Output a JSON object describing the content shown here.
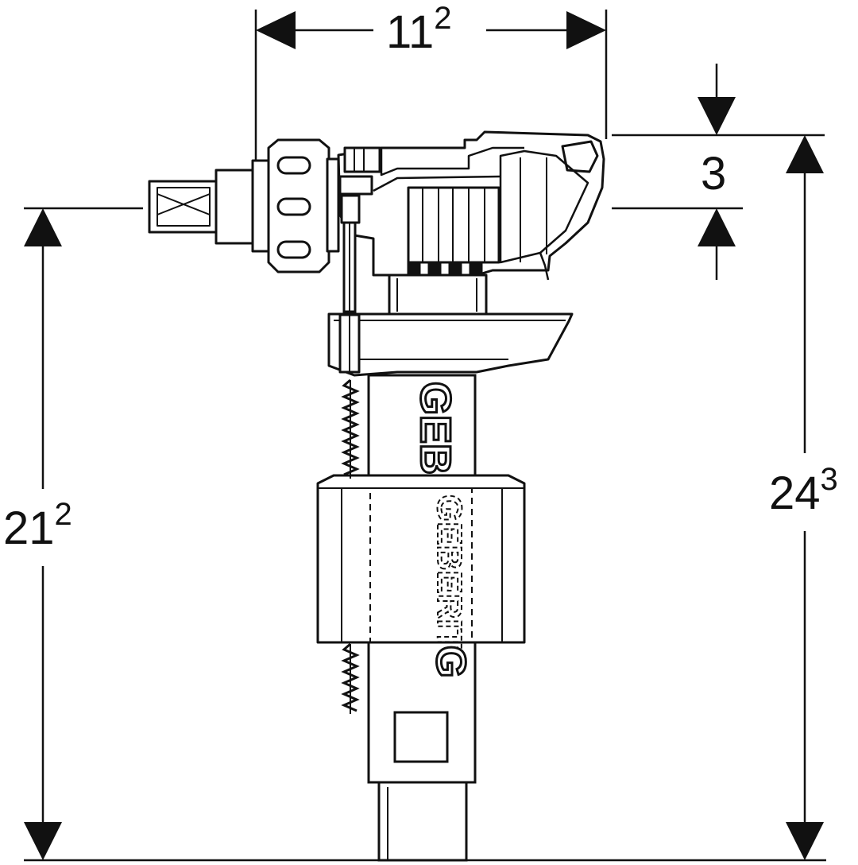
{
  "colors": {
    "line": "#111111",
    "background": "#ffffff",
    "fill_light": "#ffffff"
  },
  "dimensions": {
    "width": {
      "base": "11",
      "exp": "2"
    },
    "top_gap": {
      "base": "3",
      "exp": ""
    },
    "left_height": {
      "base": "21",
      "exp": "2"
    },
    "right_height": {
      "base": "24",
      "exp": "3"
    }
  },
  "brand": {
    "text": "GEBERIT",
    "short": "GEBERIT"
  },
  "icons": [
    "arrow-head-icon",
    "geberit-logo-icon",
    "coil-spring-icon"
  ]
}
